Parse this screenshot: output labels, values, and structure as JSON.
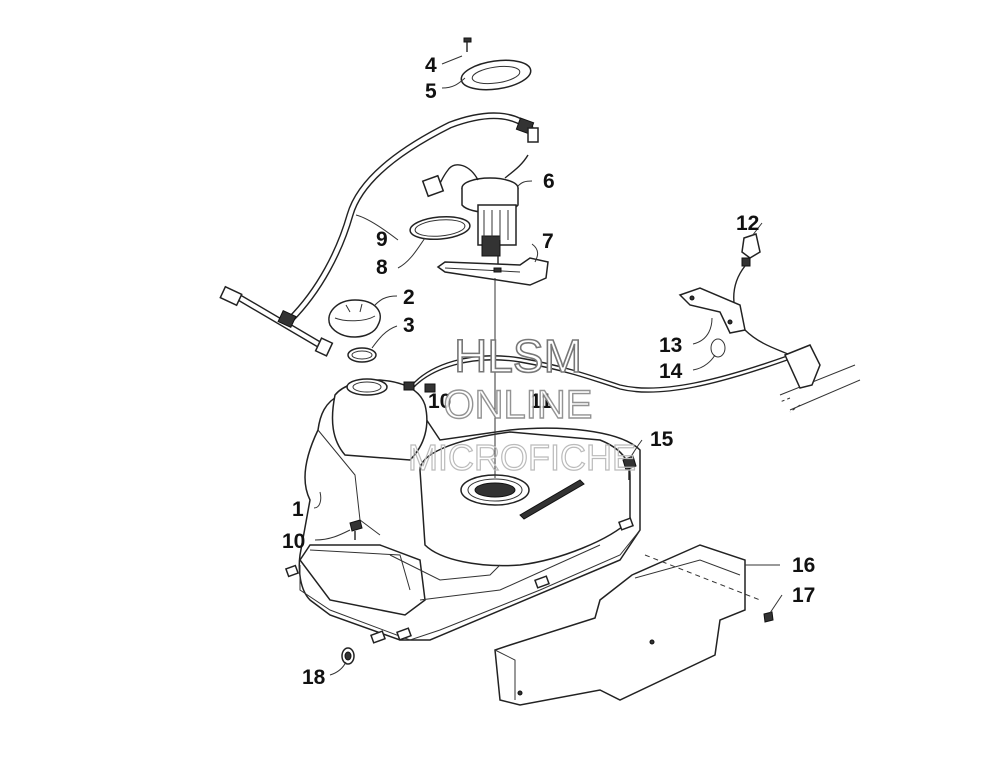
{
  "watermark": {
    "line1": "HLSM",
    "line2": "ONLINE",
    "line3": "MICROFICHE"
  },
  "callouts": [
    {
      "id": "c1",
      "label": "1"
    },
    {
      "id": "c2",
      "label": "2"
    },
    {
      "id": "c3",
      "label": "3"
    },
    {
      "id": "c4",
      "label": "4"
    },
    {
      "id": "c5",
      "label": "5"
    },
    {
      "id": "c6",
      "label": "6"
    },
    {
      "id": "c7",
      "label": "7"
    },
    {
      "id": "c8",
      "label": "8"
    },
    {
      "id": "c9",
      "label": "9"
    },
    {
      "id": "c10a",
      "label": "10"
    },
    {
      "id": "c10b",
      "label": "10"
    },
    {
      "id": "c11",
      "label": "11"
    },
    {
      "id": "c12",
      "label": "12"
    },
    {
      "id": "c13",
      "label": "13"
    },
    {
      "id": "c14",
      "label": "14"
    },
    {
      "id": "c15",
      "label": "15"
    },
    {
      "id": "c16",
      "label": "16"
    },
    {
      "id": "c17",
      "label": "17"
    },
    {
      "id": "c18",
      "label": "18"
    }
  ]
}
